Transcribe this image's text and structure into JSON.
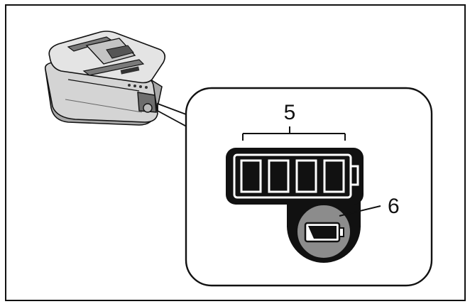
{
  "colors": {
    "ink": "#111111",
    "paper": "#ffffff",
    "battery_body": "#d6d6d6",
    "battery_shadow": "#9a9a9a",
    "indicator_grey": "#8c8c8c"
  },
  "icons": {
    "battery_pack": "battery-pack-icon",
    "charge_gauge": "battery-gauge-icon",
    "low_battery": "low-battery-icon"
  },
  "callouts": {
    "gauge_label": "5",
    "button_label": "6"
  },
  "gauge": {
    "segments_lit": 4,
    "segments_total": 4
  }
}
